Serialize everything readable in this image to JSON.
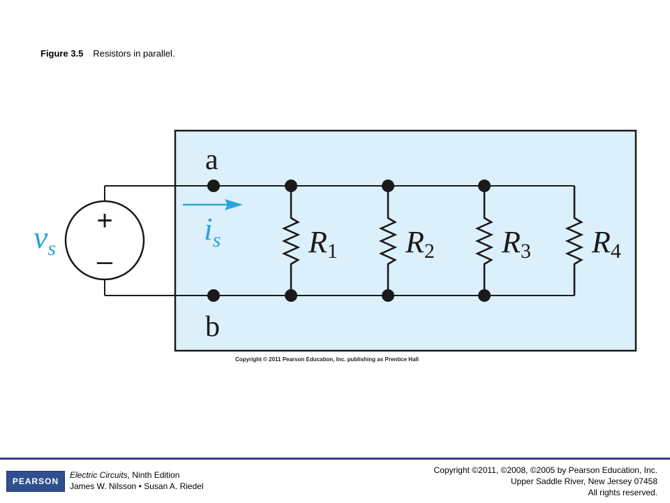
{
  "caption": {
    "figure_number": "Figure 3.5",
    "text": "Resistors in parallel."
  },
  "figure": {
    "node_top_label": "a",
    "node_bottom_label": "b",
    "source_symbol": "v",
    "source_subscript": "s",
    "source_plus": "+",
    "source_minus": "–",
    "current_symbol": "i",
    "current_subscript": "s",
    "resistors": [
      {
        "name": "R",
        "sub": "1"
      },
      {
        "name": "R",
        "sub": "2"
      },
      {
        "name": "R",
        "sub": "3"
      },
      {
        "name": "R",
        "sub": "4"
      }
    ],
    "copyright": "Copyright © 2011 Pearson Education, Inc. publishing as Prentice Hall",
    "colors": {
      "panel_fill": "#dcf0fb",
      "accent_blue": "#2aa5dc",
      "wire": "#1a1a1a"
    }
  },
  "footer": {
    "logo_text": "PEARSON",
    "book_title": "Electric Circuits",
    "book_edition": ", Ninth Edition",
    "authors": "James W. Nilsson • Susan A. Riedel",
    "copyright_line1": "Copyright ©2011, ©2008, ©2005 by Pearson Education, Inc.",
    "copyright_line2": "Upper Saddle River, New Jersey 07458",
    "copyright_line3": "All rights reserved."
  }
}
